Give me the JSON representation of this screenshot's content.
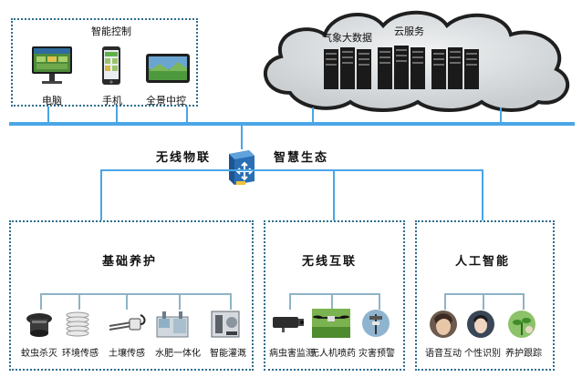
{
  "top_left": {
    "title": "智能控制",
    "devices": [
      {
        "label": "电脑",
        "icon": "monitor-icon"
      },
      {
        "label": "手机",
        "icon": "smartphone-icon"
      },
      {
        "label": "全景中控",
        "icon": "tablet-icon"
      }
    ]
  },
  "cloud": {
    "labels": [
      "气象大数据",
      "云服务"
    ],
    "icon": "server-rack-icon"
  },
  "network": {
    "left_label": "无线物联",
    "right_label": "智慧生态",
    "hub_icon": "router-hub-icon"
  },
  "groups": [
    {
      "title": "基础养护",
      "items": [
        {
          "label": "蚊虫杀灭",
          "icon": "insect-killer-icon"
        },
        {
          "label": "环境传感",
          "icon": "weather-sensor-icon"
        },
        {
          "label": "土壤传感",
          "icon": "soil-sensor-icon"
        },
        {
          "label": "水肥一体化",
          "icon": "fertigation-machine-icon"
        },
        {
          "label": "智能灌溉",
          "icon": "irrigation-pump-icon"
        }
      ]
    },
    {
      "title": "无线互联",
      "items": [
        {
          "label": "病虫害监测",
          "icon": "camera-icon"
        },
        {
          "label": "无人机喷药",
          "icon": "drone-icon"
        },
        {
          "label": "灾害预警",
          "icon": "warning-station-icon"
        }
      ]
    },
    {
      "title": "人工智能",
      "items": [
        {
          "label": "语音互动",
          "icon": "voice-face-icon"
        },
        {
          "label": "个性识别",
          "icon": "face-recognition-icon"
        },
        {
          "label": "养护跟踪",
          "icon": "plant-tracking-icon"
        }
      ]
    }
  ],
  "colors": {
    "bus": "#4aa6e6",
    "dotted_border": "#2e6d8e",
    "cloud_fill": "#d9dde0"
  }
}
